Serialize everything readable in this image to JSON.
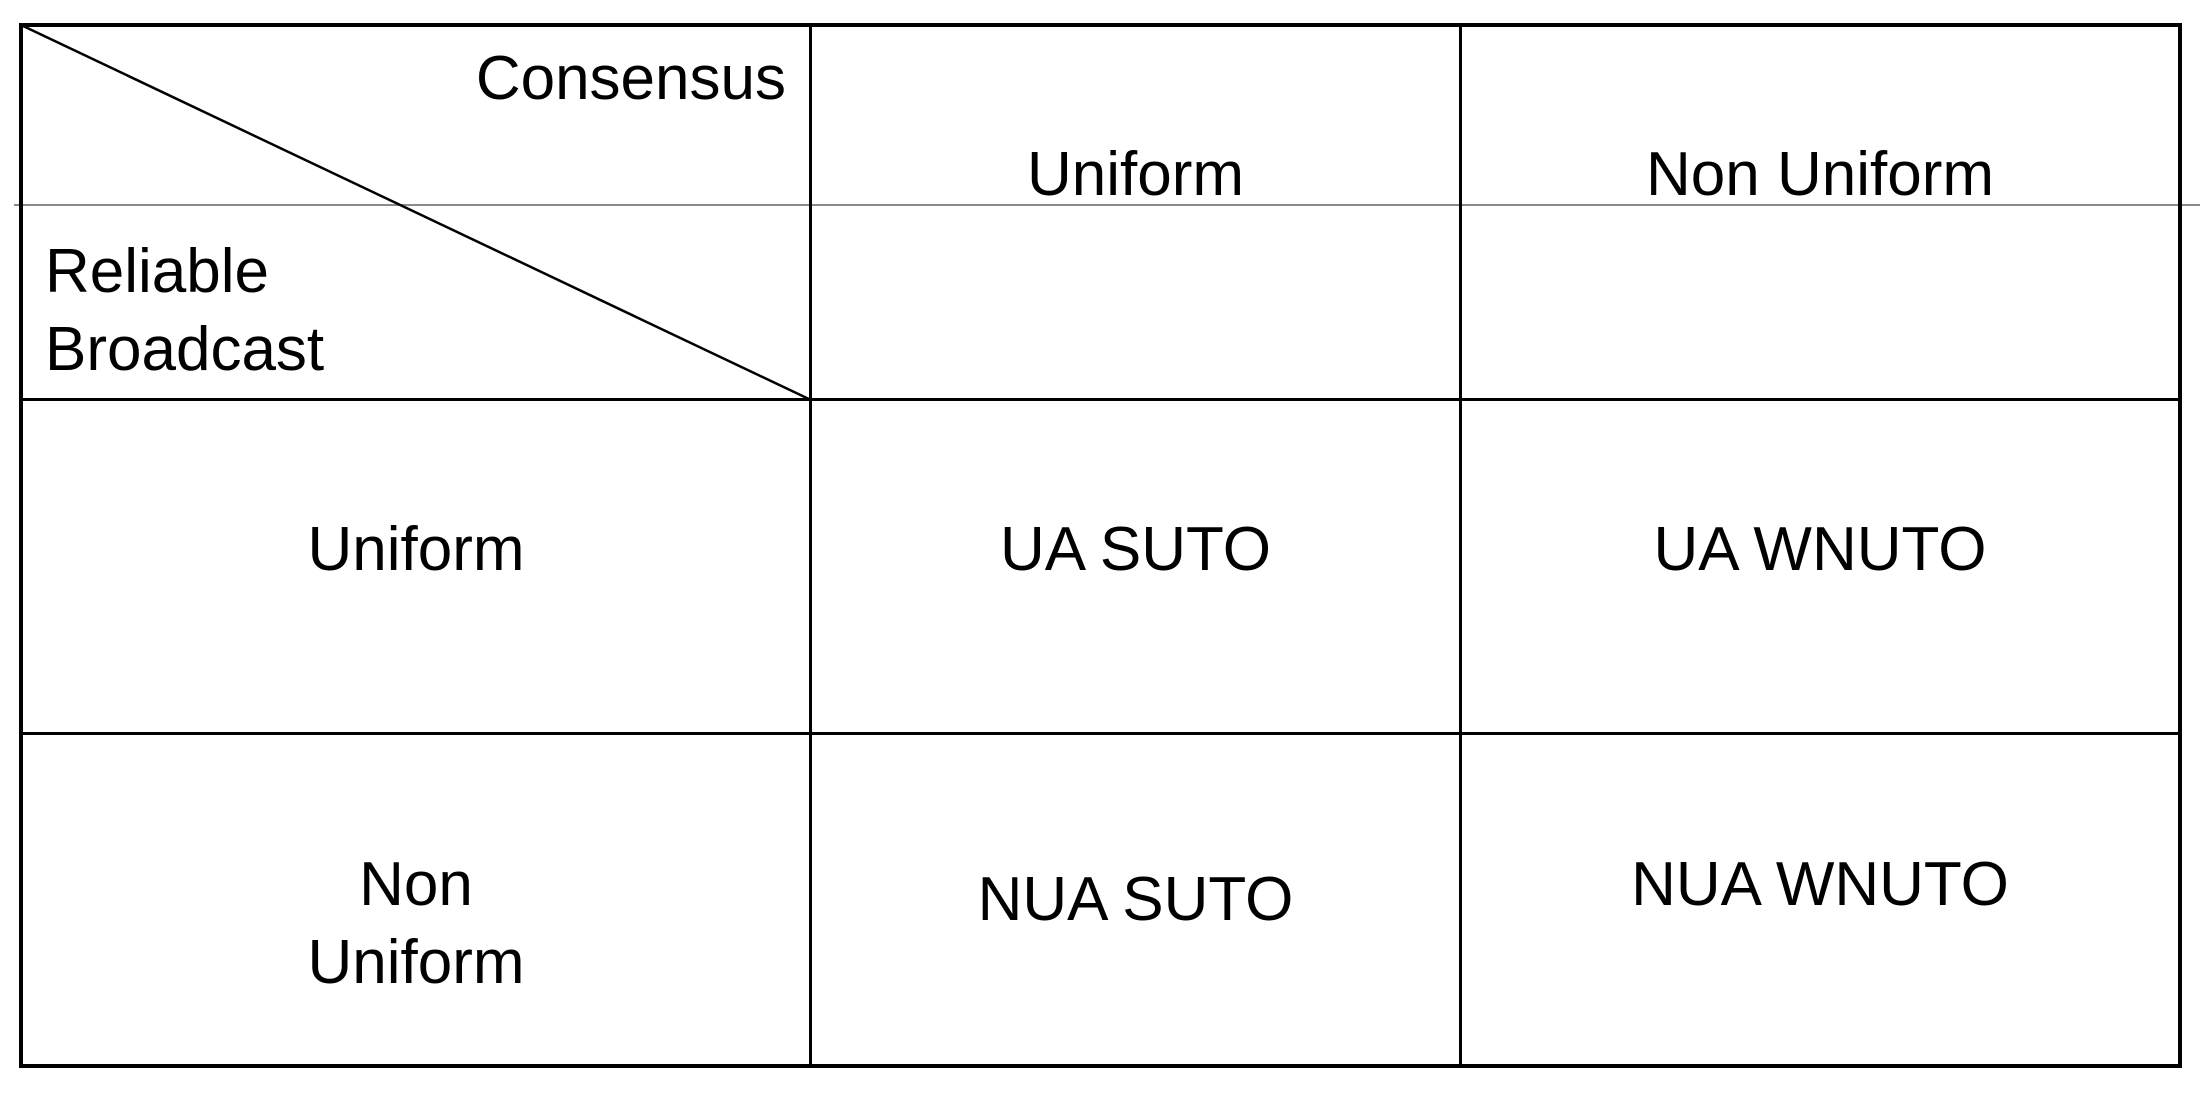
{
  "header": {
    "corner_top": "Consensus",
    "corner_bottom_line1": "Reliable",
    "corner_bottom_line2": "Broadcast",
    "col_uniform": "Uniform",
    "col_non_uniform": "Non Uniform"
  },
  "rows": [
    {
      "label_line1": "Uniform",
      "label_line2": "",
      "uniform_cell": "UA SUTO",
      "non_uniform_cell": "UA WNUTO"
    },
    {
      "label_line1": "Non",
      "label_line2": "Uniform",
      "uniform_cell": "NUA SUTO",
      "non_uniform_cell": "NUA WNUTO"
    }
  ],
  "colors": {
    "line": "#000000",
    "thin_rule": "#8a8a8a",
    "background": "#ffffff"
  }
}
